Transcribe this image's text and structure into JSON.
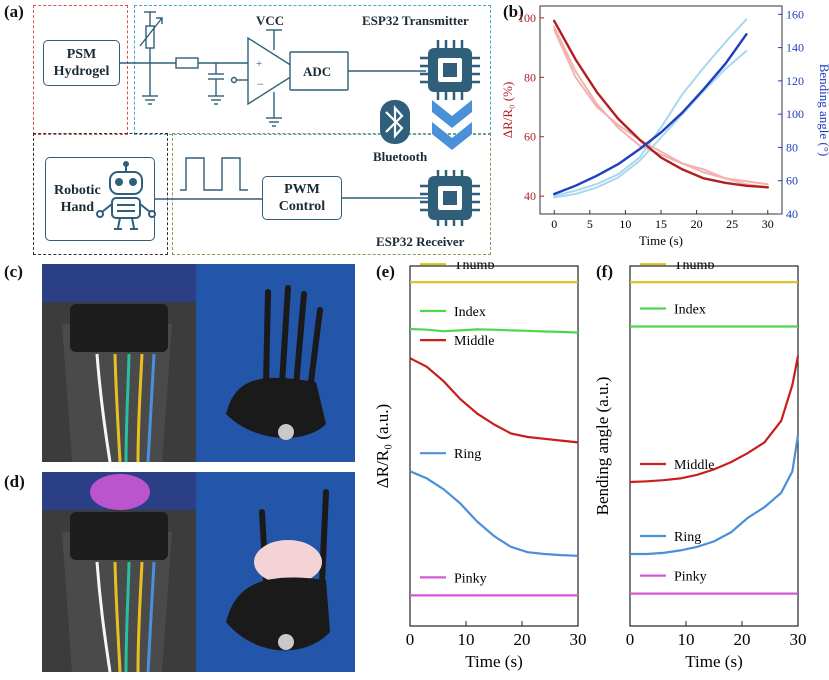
{
  "panels": {
    "a": "(a)",
    "b": "(b)",
    "c": "(c)",
    "d": "(d)",
    "e": "(e)",
    "f": "(f)"
  },
  "diagram": {
    "psm_hydrogel": "PSM\nHydrogel",
    "vcc": "VCC",
    "adc": "ADC",
    "esp32_transmitter": "ESP32 Transmitter",
    "bluetooth": "Bluetooth",
    "robotic_hand": "Robotic\nHand",
    "pwm_control": "PWM\nControl",
    "esp32_receiver": "ESP32 Receiver"
  },
  "colors": {
    "red_box": "#d9534f",
    "blue_box": "#3fa9c9",
    "black_box": "#333333",
    "green_box": "#8a9a5b",
    "arrow_blue": "#4a90d9"
  },
  "chart_data": [
    {
      "type": "line",
      "panel": "b",
      "xlabel": "Time (s)",
      "ylabel_left": "ΔR/R₀ (%)",
      "ylabel_right": "Bending angle (°)",
      "xlim": [
        -2,
        32
      ],
      "ylim_left": [
        34,
        104
      ],
      "ylim_right": [
        40,
        165
      ],
      "xticks": [
        0,
        5,
        10,
        15,
        20,
        25,
        30
      ],
      "yticks_left": [
        40,
        60,
        80,
        100
      ],
      "yticks_right": [
        40,
        60,
        80,
        100,
        120,
        140,
        160
      ],
      "series": [
        {
          "axis": "left",
          "color": "#b01f24",
          "width": 2.4,
          "x": [
            0,
            3,
            6,
            9,
            12,
            15,
            18,
            21,
            24,
            27,
            30
          ],
          "y": [
            99,
            86,
            75,
            66,
            59,
            53,
            49,
            46,
            44.5,
            43.5,
            43
          ]
        },
        {
          "axis": "left",
          "color": "#f2b3b0",
          "width": 2,
          "x": [
            0,
            3,
            6,
            9,
            12,
            15,
            18,
            21,
            24,
            27,
            30
          ],
          "y": [
            97,
            82,
            71,
            63,
            57,
            54,
            51,
            48,
            46,
            44,
            43
          ]
        },
        {
          "axis": "left",
          "color": "#f2b3b0",
          "width": 2,
          "x": [
            0,
            3,
            6,
            9,
            12,
            15,
            18,
            21,
            24,
            27,
            30
          ],
          "y": [
            96,
            80,
            70,
            64,
            59,
            55,
            51,
            49,
            46,
            45,
            44
          ]
        },
        {
          "axis": "right",
          "color": "#1f3fbf",
          "width": 2.4,
          "x": [
            0,
            3,
            6,
            9,
            12,
            15,
            18,
            21,
            24,
            27
          ],
          "y": [
            52,
            57,
            63,
            70,
            79,
            89,
            101,
            115,
            130,
            148
          ]
        },
        {
          "axis": "right",
          "color": "#a8d8ee",
          "width": 2,
          "x": [
            0,
            3,
            6,
            9,
            12,
            15,
            18,
            21,
            24,
            27
          ],
          "y": [
            51,
            54,
            58,
            64,
            74,
            92,
            112,
            128,
            143,
            157
          ]
        },
        {
          "axis": "right",
          "color": "#a8d8ee",
          "width": 2,
          "x": [
            0,
            3,
            6,
            9,
            12,
            15,
            18,
            21,
            24,
            27
          ],
          "y": [
            50,
            52,
            56,
            62,
            72,
            86,
            100,
            114,
            127,
            138
          ]
        }
      ]
    },
    {
      "type": "line",
      "panel": "e",
      "xlabel": "Time (s)",
      "ylabel": "ΔR/R₀ (a.u.)",
      "xlim": [
        0,
        30
      ],
      "ylim": [
        0,
        1
      ],
      "xticks": [
        0,
        10,
        20,
        30
      ],
      "series": [
        {
          "name": "Thumb",
          "color": "#d6c21d",
          "x": [
            0,
            30
          ],
          "y": [
            0.955,
            0.955
          ]
        },
        {
          "name": "Index",
          "color": "#4cd84c",
          "x": [
            0,
            3,
            6,
            9,
            12,
            15,
            18,
            21,
            24,
            27,
            30
          ],
          "y": [
            0.825,
            0.823,
            0.819,
            0.821,
            0.824,
            0.823,
            0.821,
            0.82,
            0.818,
            0.817,
            0.815
          ]
        },
        {
          "name": "Middle",
          "color": "#c81e1e",
          "x": [
            0,
            3,
            6,
            9,
            12,
            15,
            18,
            21,
            24,
            27,
            30
          ],
          "y": [
            0.744,
            0.72,
            0.68,
            0.63,
            0.59,
            0.56,
            0.535,
            0.525,
            0.52,
            0.515,
            0.51
          ]
        },
        {
          "name": "Ring",
          "color": "#4a8fd8",
          "x": [
            0,
            3,
            6,
            9,
            12,
            15,
            18,
            21,
            24,
            27,
            30
          ],
          "y": [
            0.43,
            0.41,
            0.38,
            0.34,
            0.29,
            0.25,
            0.22,
            0.205,
            0.2,
            0.197,
            0.195
          ]
        },
        {
          "name": "Pinky",
          "color": "#d45ad4",
          "x": [
            0,
            30
          ],
          "y": [
            0.085,
            0.085
          ]
        }
      ]
    },
    {
      "type": "line",
      "panel": "f",
      "xlabel": "Time (s)",
      "ylabel": "Bending angle (a.u.)",
      "xlim": [
        0,
        30
      ],
      "ylim": [
        0,
        1
      ],
      "xticks": [
        0,
        10,
        20,
        30
      ],
      "series": [
        {
          "name": "Thumb",
          "color": "#d6c21d",
          "x": [
            0,
            30
          ],
          "y": [
            0.955,
            0.955
          ]
        },
        {
          "name": "Index",
          "color": "#4cd84c",
          "x": [
            0,
            30
          ],
          "y": [
            0.832,
            0.832
          ]
        },
        {
          "name": "Middle",
          "color": "#c81e1e",
          "x": [
            0,
            3,
            6,
            9,
            12,
            15,
            18,
            21,
            24,
            27,
            29,
            30
          ],
          "y": [
            0.4,
            0.402,
            0.405,
            0.41,
            0.42,
            0.435,
            0.455,
            0.48,
            0.51,
            0.57,
            0.67,
            0.75
          ]
        },
        {
          "name": "Ring",
          "color": "#4a8fd8",
          "x": [
            0,
            3,
            6,
            9,
            12,
            15,
            18,
            21,
            24,
            27,
            29,
            30
          ],
          "y": [
            0.2,
            0.2,
            0.203,
            0.21,
            0.22,
            0.235,
            0.26,
            0.3,
            0.33,
            0.37,
            0.43,
            0.53
          ]
        },
        {
          "name": "Pinky",
          "color": "#d45ad4",
          "x": [
            0,
            30
          ],
          "y": [
            0.09,
            0.09
          ]
        }
      ]
    }
  ]
}
